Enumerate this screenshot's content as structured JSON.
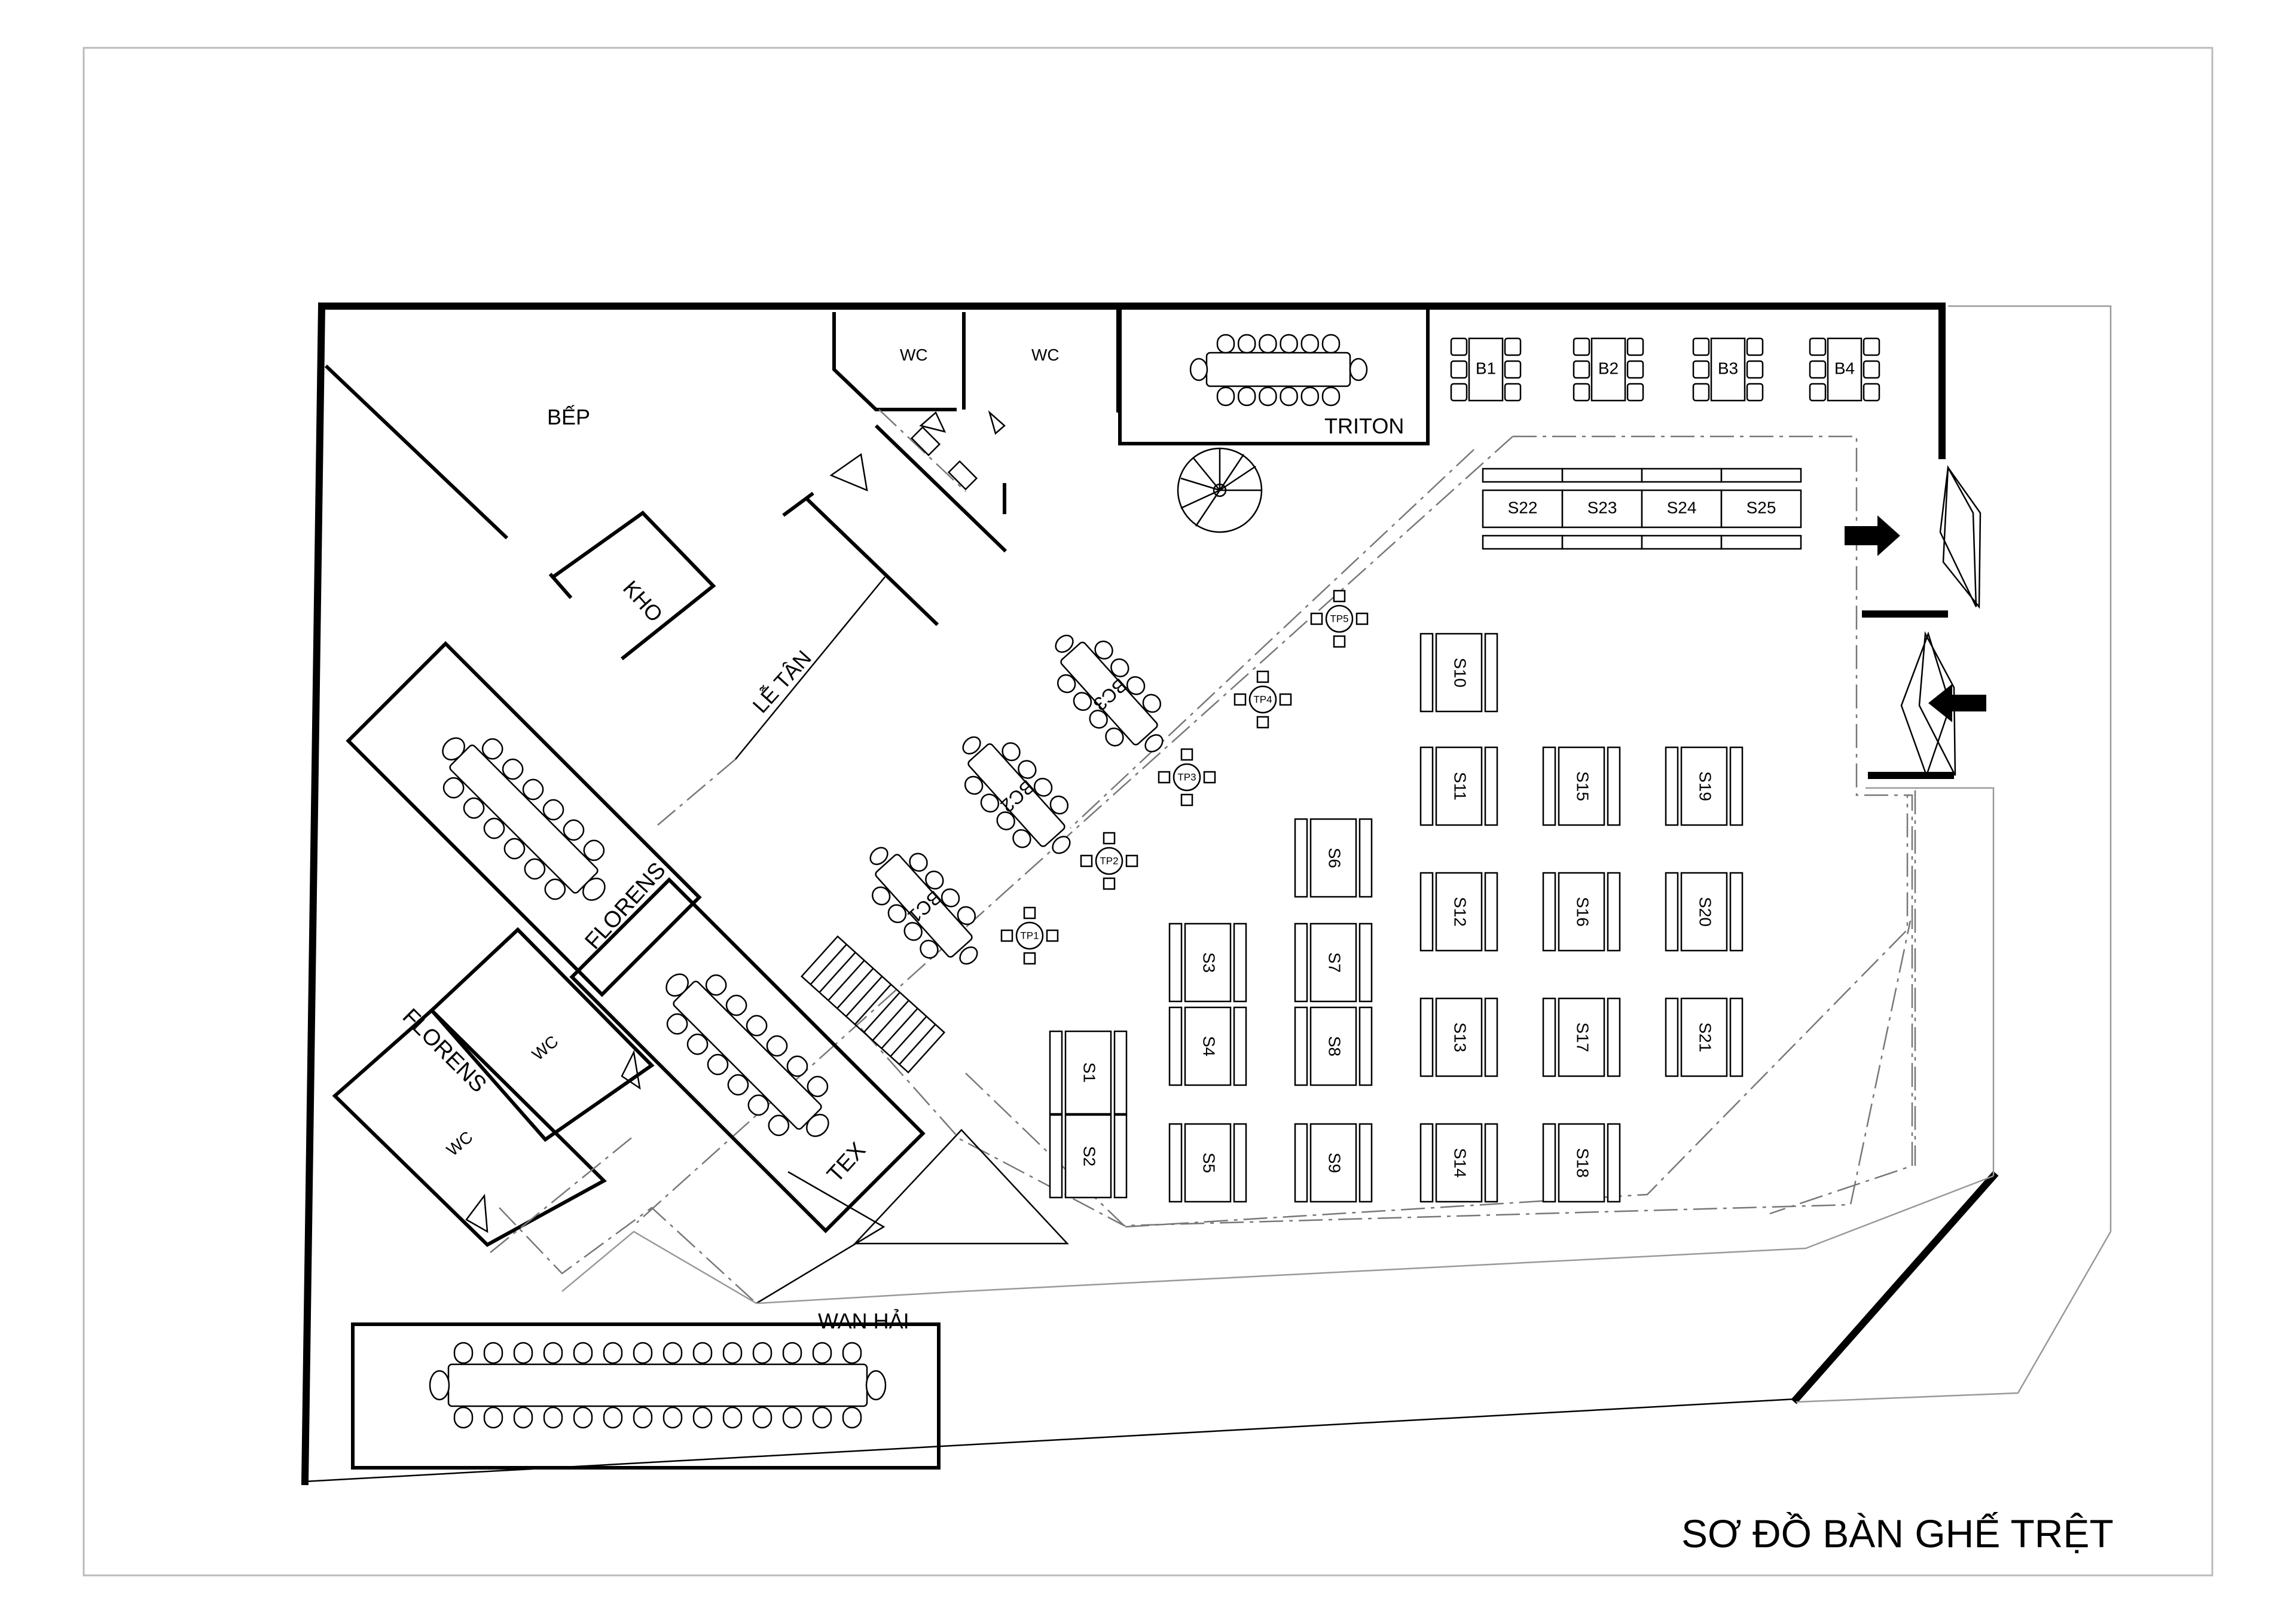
{
  "title": "SƠ ĐỒ BÀN GHẾ TRỆT",
  "rooms": {
    "kitchen": "BẾP",
    "storage": "KHO",
    "reception": "LỄ TÂN",
    "wc_top_1": "WC",
    "wc_top_2": "WC",
    "wc_left_1": "WC",
    "wc_left_2": "WC",
    "triton": "TRITON",
    "florens": "FLORENS",
    "tex": "TEX",
    "wanhai": "WAN HẢI"
  },
  "tables": {
    "booths": [
      "B1",
      "B2",
      "B3",
      "B4"
    ],
    "sofa_row": [
      "S22",
      "S23",
      "S24",
      "S25"
    ],
    "sofa_cols": [
      [
        "S1",
        "S2"
      ],
      [
        "S3",
        "S4",
        "S5"
      ],
      [
        "S6",
        "S7",
        "S8",
        "S9"
      ],
      [
        "S10",
        "S11",
        "S12",
        "S13",
        "S14"
      ],
      [
        "S15",
        "S16",
        "S17",
        "S18"
      ],
      [
        "S19",
        "S20",
        "S21"
      ]
    ],
    "bar_counters": [
      "BC1",
      "BC2",
      "BC3"
    ],
    "high_tops": [
      "TP1",
      "TP2",
      "TP3",
      "TP4",
      "TP5"
    ]
  }
}
